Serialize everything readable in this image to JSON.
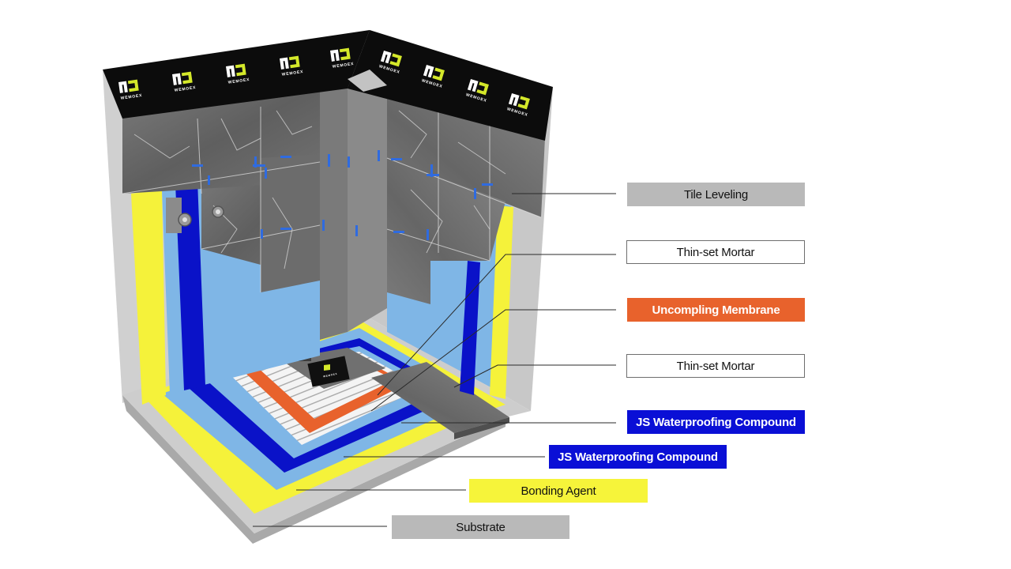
{
  "brand": {
    "name": "WEMOEX",
    "header_logo_count": 9,
    "colors": {
      "header_band": "#0c0c0c",
      "logo_mark": "#d4e82a",
      "substrate": "#c6c6c6",
      "bonding_agent": "#f5f23a",
      "light_blue_compound": "#7fb6e6",
      "dark_blue_compound": "#0a12c8",
      "membrane": "#e8622c",
      "tile": "#6a6a6a"
    }
  },
  "labels": [
    {
      "id": "tile-leveling",
      "text": "Tile Leveling",
      "style": "grey"
    },
    {
      "id": "thinset-mortar-upper",
      "text": "Thin-set Mortar",
      "style": "white"
    },
    {
      "id": "uncompling-membrane",
      "text": "Uncompling Membrane",
      "style": "orange"
    },
    {
      "id": "thinset-mortar-lower",
      "text": "Thin-set Mortar",
      "style": "white"
    },
    {
      "id": "js-waterproofing-upper",
      "text": "JS Waterproofing Compound",
      "style": "blue"
    },
    {
      "id": "js-waterproofing-lower",
      "text": "JS Waterproofing Compound",
      "style": "blue"
    },
    {
      "id": "bonding-agent",
      "text": "Bonding Agent",
      "style": "yellow"
    },
    {
      "id": "substrate",
      "text": "Substrate",
      "style": "grey"
    }
  ]
}
